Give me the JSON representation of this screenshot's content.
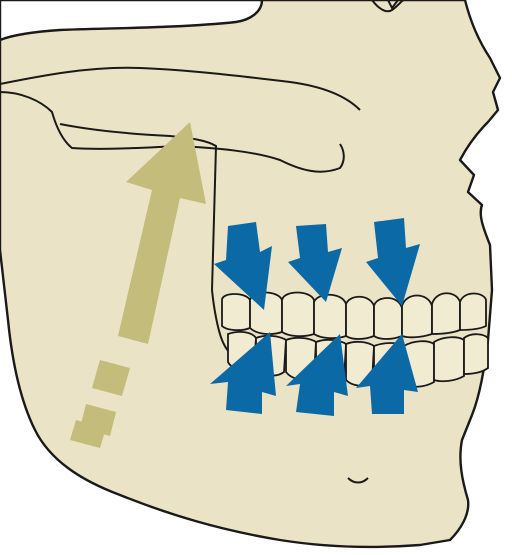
{
  "colors": {
    "bone": "#ebe3c5",
    "outline": "#1a1a1a",
    "teeth": "#f1ebd2",
    "arrow_blue": "#0b6aa6",
    "arrow_olive": "#c3bc7a",
    "background": "#ffffff"
  },
  "figure": {
    "subject": "skull-jaw-bite-force",
    "blue_arrows": {
      "upper_count": 3,
      "lower_count": 3,
      "direction_upper": "down",
      "direction_lower": "up"
    },
    "olive_arrow": {
      "direction": "up",
      "style": "dashed"
    }
  }
}
